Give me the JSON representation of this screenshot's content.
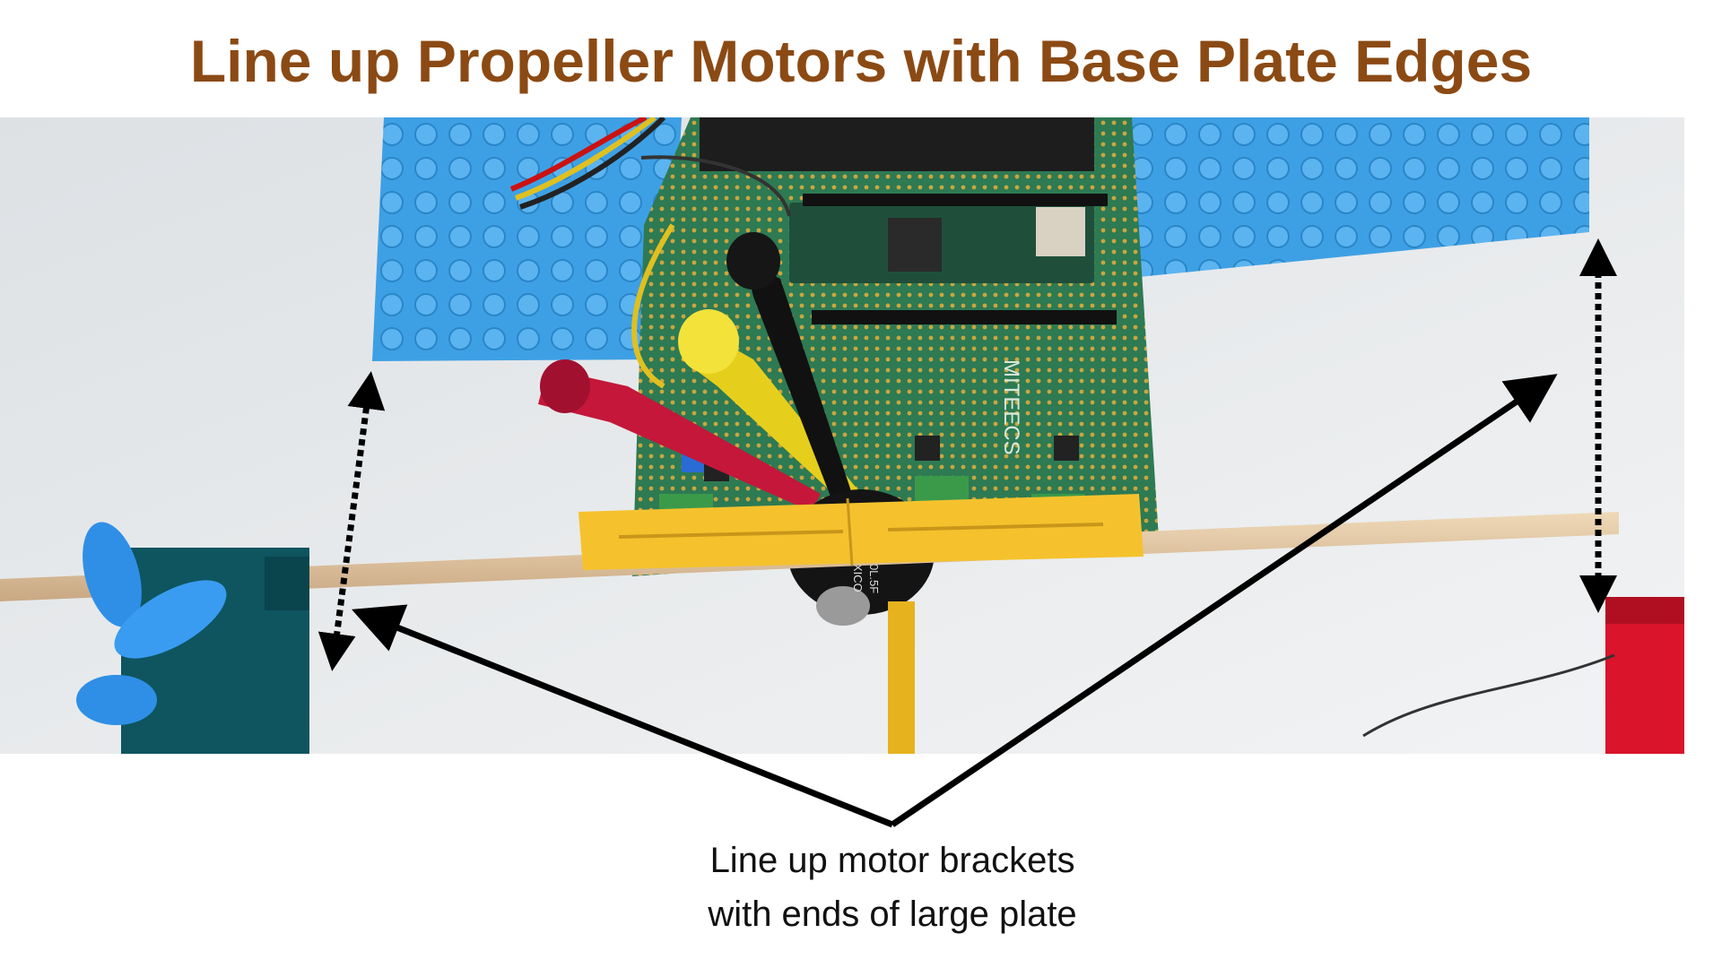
{
  "title": "Line up Propeller Motors with Base Plate Edges",
  "caption": {
    "line1": "Line up motor brackets",
    "line2": "with ends of large plate"
  },
  "photo": {
    "board_text": "MITEECS",
    "motor_label_1": "6127V1A360L.5F",
    "motor_label_2": "BI 2204 MEXICO"
  },
  "colors": {
    "title": "#8B4A14",
    "base_plate": "#3EA0E4",
    "pcb": "#2E7A52",
    "yellow_bracket": "#F5C22E",
    "red_bracket": "#D9142B",
    "teal_bracket": "#0E5560",
    "propeller": "#2F8FE6"
  }
}
